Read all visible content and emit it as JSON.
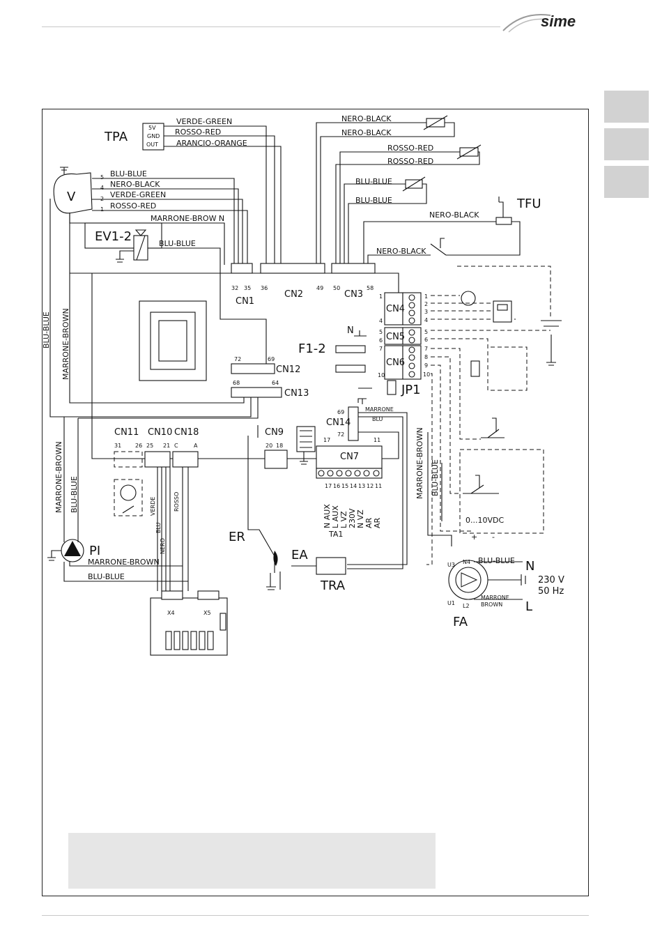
{
  "brand": "sime",
  "colors": {
    "tab_gray": "#d2d2d2",
    "note_gray": "#e6e6e6",
    "line": "#111111"
  },
  "components": {
    "tpa": "TPA",
    "tpa_pins": [
      "5V",
      "GND",
      "OUT"
    ],
    "v": "V",
    "ev": "EV1-2",
    "tfu": "TFU",
    "cn1": "CN1",
    "cn2": "CN2",
    "cn3": "CN3",
    "cn4": "CN4",
    "cn5": "CN5",
    "cn6": "CN6",
    "cn7": "CN7",
    "cn9": "CN9",
    "cn10": "CN10",
    "cn11": "CN11",
    "cn12": "CN12",
    "cn13": "CN13",
    "cn14": "CN14",
    "cn18": "CN18",
    "f12": "F1-2",
    "jp1": "JP1",
    "n_term": "N",
    "pi": "PI",
    "er": "ER",
    "ea": "EA",
    "tra": "TRA",
    "fa": "FA",
    "x4": "X4",
    "x5": "X5",
    "vdc": "0...10VDC",
    "mains_n": "N",
    "mains_l": "L",
    "mains_v": "230 V",
    "mains_hz": "50 Hz",
    "fa_u3": "U3",
    "fa_n4": "N4",
    "fa_u1": "U1",
    "fa_l2": "L2",
    "plus": "+",
    "minus": "-"
  },
  "wires": {
    "verde_green": "VERDE-GREEN",
    "rosso_red": "ROSSO-RED",
    "arancio_orange": "ARANCIO-ORANGE",
    "nero_black": "NERO-BLACK",
    "blu_blue": "BLU-BLUE",
    "marrone_brown": "MARRONE-BROWN",
    "marrone_brow_n": "MARRONE-BROW N",
    "marrone": "MARRONE",
    "blu": "BLU",
    "verde": "VERDE",
    "rosso": "ROSSO",
    "nero": "NERO",
    "marrone_2": "MARRONE",
    "brown": "BROWN"
  },
  "pins": {
    "cn1": [
      "32",
      "35"
    ],
    "cn2": [
      "36",
      "49"
    ],
    "cn3": [
      "50",
      "58"
    ],
    "cn12": [
      "72",
      "69"
    ],
    "cn13": [
      "68",
      "64"
    ],
    "cn14": [
      "69",
      "72"
    ],
    "cn11": [
      "31",
      "26"
    ],
    "cn10": [
      "25",
      "21"
    ],
    "cn18": [
      "C",
      "A"
    ],
    "cn9": [
      "20",
      "18"
    ],
    "cn7": [
      "17",
      "11"
    ],
    "v_pins": [
      "5",
      "4",
      "2",
      "1"
    ],
    "cn4_5_6": [
      "1",
      "2",
      "3",
      "4",
      "5",
      "6",
      "7",
      "8",
      "9",
      "10"
    ],
    "cn7_terms": [
      "17",
      "16",
      "15",
      "14",
      "13",
      "12",
      "11"
    ],
    "cn7_labels": [
      "N AUX",
      "L AUX",
      "L VZ",
      "230V",
      "N VZ",
      "AR",
      "AR"
    ],
    "ta1": "TA1"
  }
}
